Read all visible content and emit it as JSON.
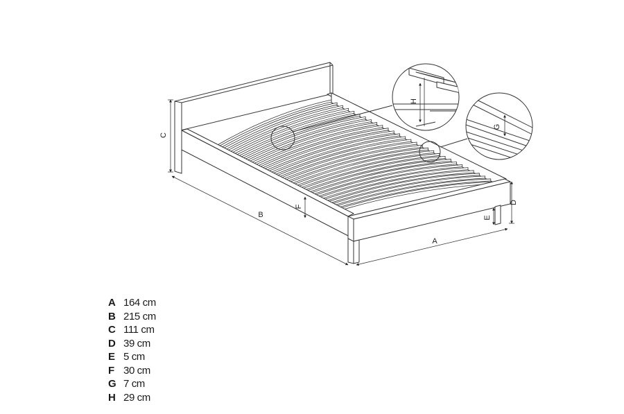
{
  "diagram": {
    "labels": {
      "A": "A",
      "B": "B",
      "C": "C",
      "D": "D",
      "E": "E",
      "F": "F",
      "G": "G",
      "H": "H"
    }
  },
  "legend": [
    {
      "key": "A",
      "value": "164 cm"
    },
    {
      "key": "B",
      "value": "215 cm"
    },
    {
      "key": "C",
      "value": "111 cm"
    },
    {
      "key": "D",
      "value": "39 cm"
    },
    {
      "key": "E",
      "value": "5 cm"
    },
    {
      "key": "F",
      "value": "30 cm"
    },
    {
      "key": "G",
      "value": "7 cm"
    },
    {
      "key": "H",
      "value": "29 cm"
    }
  ]
}
